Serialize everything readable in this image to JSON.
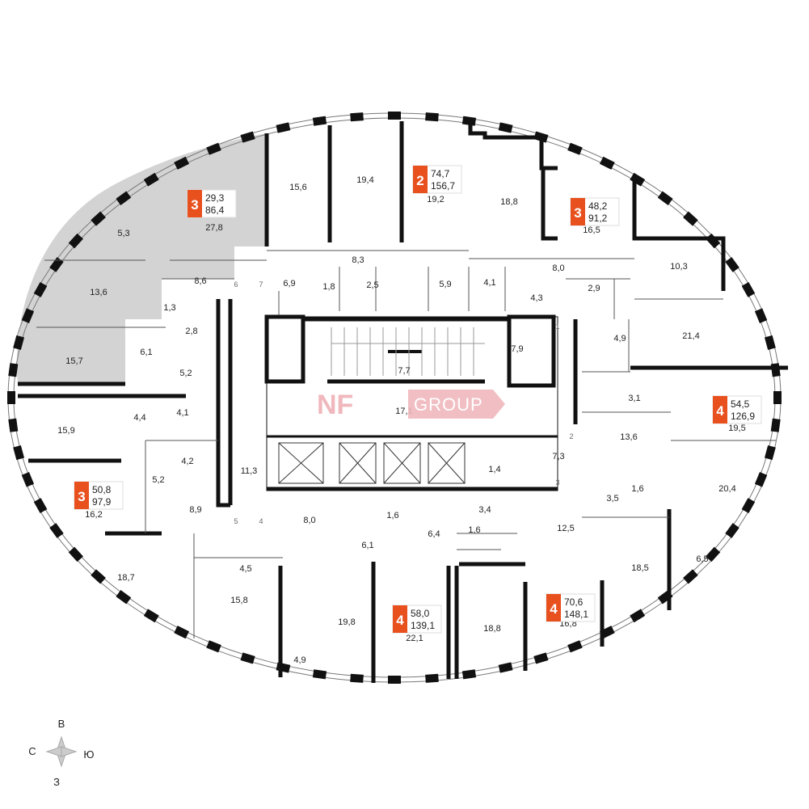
{
  "colors": {
    "badge": "#e8501e",
    "highlight": "#d3d3d3",
    "wall": "#111111",
    "logo": "#f0b8bd"
  },
  "logo": {
    "mark": "NF",
    "word": "GROUP"
  },
  "compass": {
    "north": "В",
    "west": "С",
    "east": "Ю",
    "south": "З"
  },
  "apartments": [
    {
      "rooms": "3",
      "living": "29,3",
      "total": "86,4"
    },
    {
      "rooms": "2",
      "living": "74,7",
      "total": "156,7"
    },
    {
      "rooms": "3",
      "living": "48,2",
      "total": "91,2"
    },
    {
      "rooms": "4",
      "living": "54,5",
      "total": "126,9"
    },
    {
      "rooms": "3",
      "living": "50,8",
      "total": "97,9"
    },
    {
      "rooms": "4",
      "living": "58,0",
      "total": "139,1"
    },
    {
      "rooms": "4",
      "living": "70,6",
      "total": "148,1"
    }
  ],
  "room_areas": [
    "27,8",
    "5,3",
    "13,6",
    "8,6",
    "1,3",
    "2,8",
    "15,7",
    "6,1",
    "5,2",
    "15,6",
    "19,4",
    "19,2",
    "8,3",
    "6,9",
    "1,8",
    "2,5",
    "5,9",
    "18,8",
    "16,5",
    "4,1",
    "8,0",
    "4,3",
    "2,9",
    "10,3",
    "21,4",
    "4,9",
    "7,9",
    "7,7",
    "17,1",
    "11,3",
    "15,9",
    "4,4",
    "4,1",
    "4,2",
    "5,2",
    "16,2",
    "8,9",
    "3,1",
    "19,5",
    "13,6",
    "7,3",
    "1,4",
    "20,4",
    "1,6",
    "3,5",
    "8,0",
    "1,6",
    "3,4",
    "6,4",
    "1,6",
    "6,1",
    "4,5",
    "12,5",
    "18,7",
    "15,8",
    "19,8",
    "22,1",
    "18,8",
    "16,8",
    "18,5",
    "6,5",
    "4,9"
  ],
  "door_numbers": [
    "6",
    "7",
    "1",
    "2",
    "3",
    "5",
    "4"
  ]
}
